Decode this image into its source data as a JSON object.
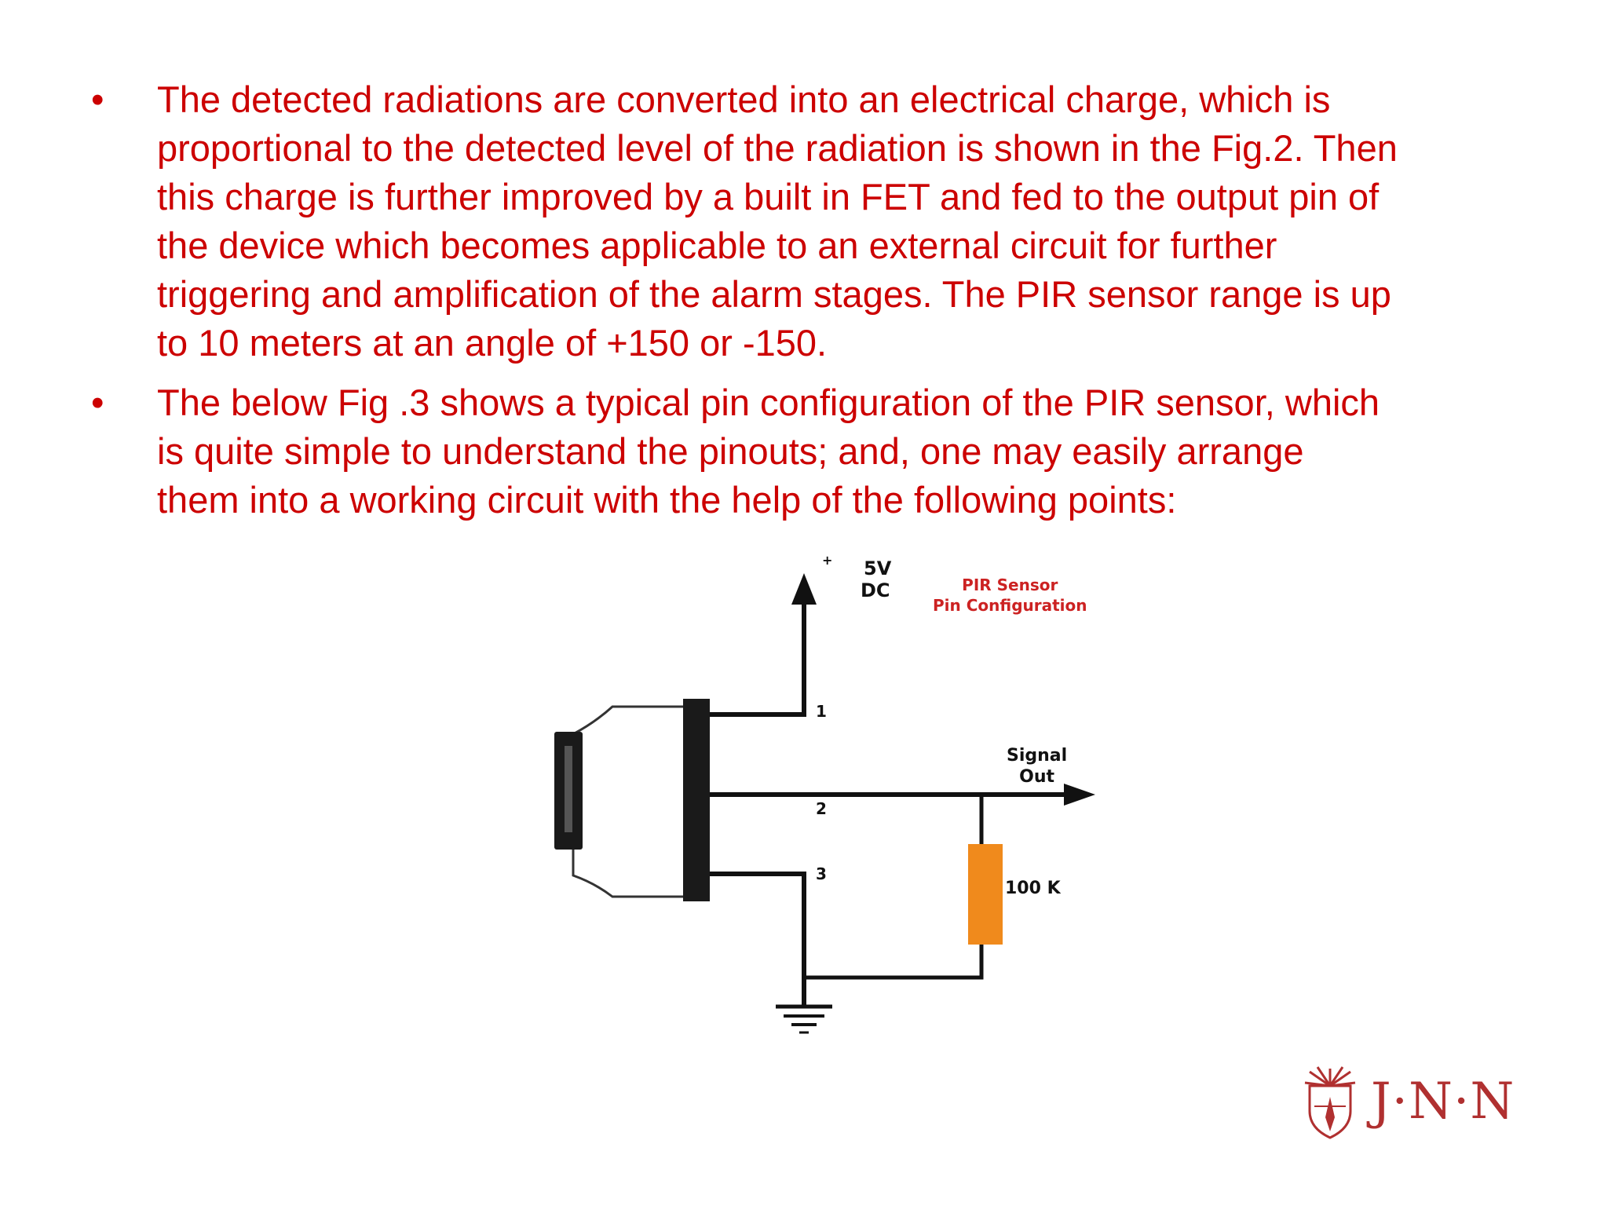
{
  "bullets": [
    {
      "marker": "•",
      "text": "The detected radiations are converted into an electrical charge, which is\nproportional to the detected level of the radiation is shown in the Fig.2. Then\nthis charge is further improved by a built in FET and fed to the output pin of\nthe device which becomes applicable to an external circuit for further\ntriggering and amplification of the alarm stages. The PIR sensor range is up\nto 10 meters at an angle of +150 or -150."
    },
    {
      "marker": "•",
      "text": "The below Fig .3 shows a typical pin configuration of the PIR sensor, which\nis quite simple to understand the pinouts; and, one may  easily arrange\nthem into a working circuit with the help of the following points:"
    }
  ],
  "figure": {
    "plus": "+",
    "voltage": "5V",
    "supply_type": "DC",
    "title": "PIR Sensor\nPin Configuration",
    "pin1": "1",
    "pin2": "2",
    "pin3": "3",
    "signal_out": "Signal\nOut",
    "resistor": "100 K"
  },
  "logo": {
    "text": "J·N·N",
    "emblem_icon": "sunburst-shield-icon",
    "color": "#b03030"
  },
  "colors": {
    "text": "#cc0000",
    "resistor": "#f08a1c",
    "wire": "#111111"
  }
}
